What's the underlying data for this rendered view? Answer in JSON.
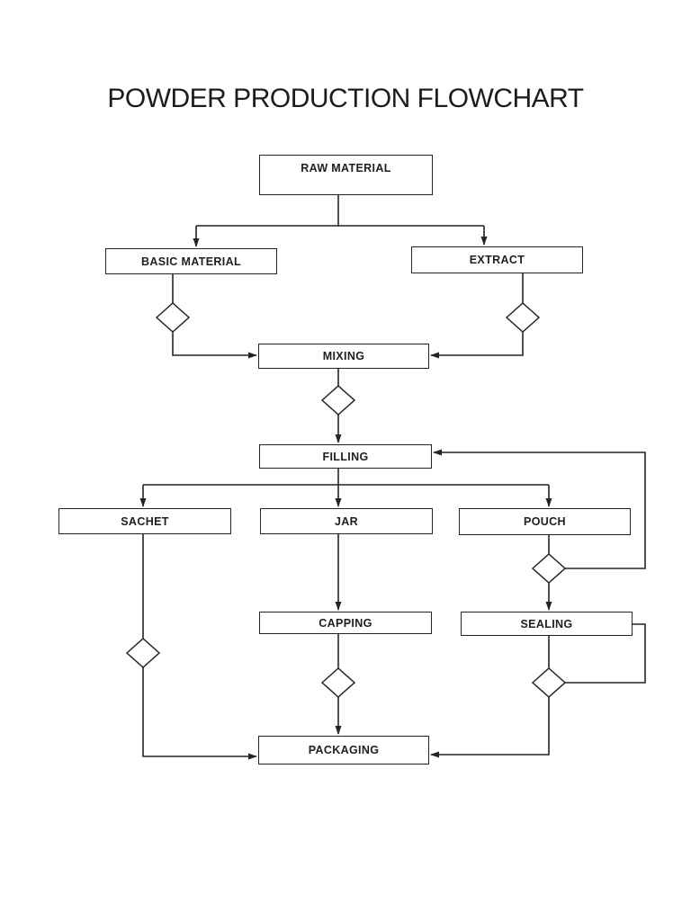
{
  "page": {
    "title": "POWDER PRODUCTION FLOWCHART",
    "background_color": "#ffffff",
    "ink_color": "#242424"
  },
  "flowchart": {
    "nodes": {
      "raw_material": {
        "label": "RAW MATERIAL",
        "type": "process"
      },
      "basic_material": {
        "label": "BASIC MATERIAL",
        "type": "process"
      },
      "extract": {
        "label": "EXTRACT",
        "type": "process"
      },
      "mixing": {
        "label": "MIXING",
        "type": "process"
      },
      "filling": {
        "label": "FILLING",
        "type": "process"
      },
      "sachet": {
        "label": "SACHET",
        "type": "process"
      },
      "jar": {
        "label": "JAR",
        "type": "process"
      },
      "pouch": {
        "label": "POUCH",
        "type": "process"
      },
      "capping": {
        "label": "CAPPING",
        "type": "process"
      },
      "sealing": {
        "label": "SEALING",
        "type": "process"
      },
      "packaging": {
        "label": "PACKAGING",
        "type": "process"
      }
    },
    "decision_diamonds": [
      {
        "id": "d1",
        "between": "BASIC MATERIAL and MIXING",
        "label": ""
      },
      {
        "id": "d2",
        "between": "EXTRACT and MIXING",
        "label": ""
      },
      {
        "id": "d3",
        "between": "MIXING and FILLING",
        "label": ""
      },
      {
        "id": "d4",
        "between": "SACHET and PACKAGING",
        "label": ""
      },
      {
        "id": "d5",
        "between": "CAPPING and PACKAGING",
        "label": ""
      },
      {
        "id": "d6",
        "between": "POUCH and SEALING",
        "label": ""
      },
      {
        "id": "d7",
        "between": "SEALING and PACKAGING",
        "label": ""
      }
    ],
    "edges": [
      "RAW MATERIAL -> BASIC MATERIAL",
      "RAW MATERIAL -> EXTRACT",
      "BASIC MATERIAL -> diamond -> MIXING",
      "EXTRACT -> diamond -> MIXING",
      "MIXING -> diamond -> FILLING",
      "FILLING -> SACHET",
      "FILLING -> JAR",
      "FILLING -> POUCH",
      "SACHET -> diamond -> PACKAGING",
      "JAR -> CAPPING",
      "CAPPING -> diamond -> PACKAGING",
      "POUCH -> diamond -> SEALING",
      "POUCH diamond -> FILLING (return loop on right side)",
      "SEALING right side loop to its diamond (no arrowheads)",
      "SEALING -> diamond -> PACKAGING"
    ]
  }
}
